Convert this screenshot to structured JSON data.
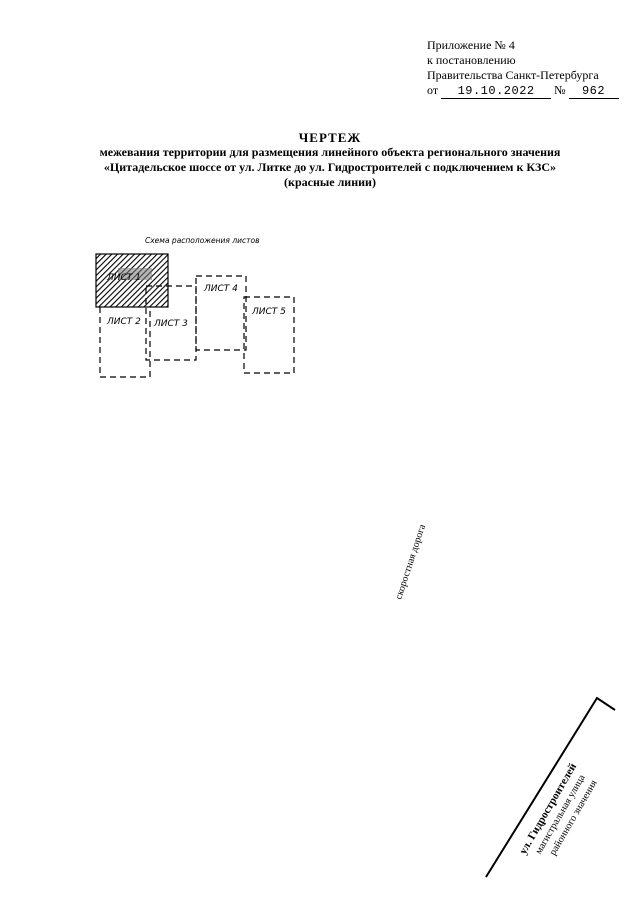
{
  "appendix": {
    "line1": "Приложение № 4",
    "line2": "к постановлению",
    "line3": "Правительства Санкт-Петербурга",
    "from_prefix": "от",
    "date": "19.10.2022",
    "number_prefix": "№",
    "number": "962"
  },
  "title": {
    "heading": "ЧЕРТЕЖ",
    "line2": "межевания территории для размещения линейного объекта регионального значения",
    "line3": "«Цитадельское шоссе от ул. Литке до ул. Гидростроителей с подключением к КЗС»",
    "line4": "(красные линии)"
  },
  "scheme": {
    "caption": "Схема расположения листов",
    "sheets": [
      "ЛИСТ 1",
      "ЛИСТ 2",
      "ЛИСТ 3",
      "ЛИСТ 4",
      "ЛИСТ 5"
    ]
  },
  "map": {
    "road_label": "скоростная дорога",
    "street_name": "ул. Гидростроителей",
    "street_type": "магистральная улица",
    "street_class": "районного значения"
  }
}
